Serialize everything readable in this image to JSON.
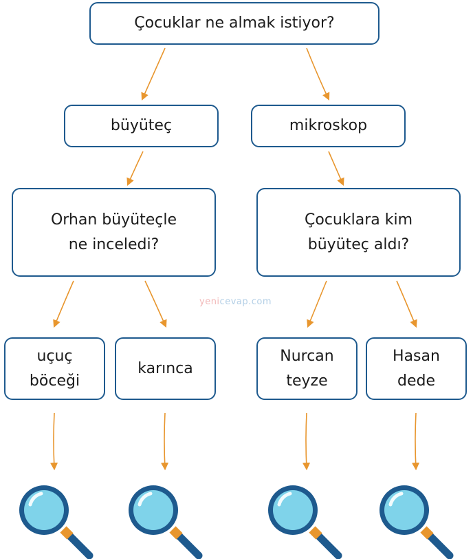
{
  "nodes": {
    "question_main": "Çocuklar ne almak istiyor?",
    "answer_left": "büyüteç",
    "answer_right": "mikroskop",
    "question_left": "Orhan büyüteçle\nne inceledi?",
    "question_right": "Çocuklara kim\nbüyüteç aldı?",
    "leaf_1": "uçuç\nböceği",
    "leaf_2": "karınca",
    "leaf_3": "Nurcan\nteyze",
    "leaf_4": "Hasan\ndede"
  },
  "watermark": {
    "part1": "yeni",
    "part2": "cevap.com"
  },
  "icons": [
    "magnifier-icon",
    "magnifier-icon",
    "magnifier-icon",
    "magnifier-icon"
  ],
  "colors": {
    "box_border": "#1e5a8e",
    "arrow": "#e8962e",
    "lens_rim": "#1e5a8e",
    "lens_glass": "#7fd3ea",
    "handle": "#1e5a8e"
  }
}
